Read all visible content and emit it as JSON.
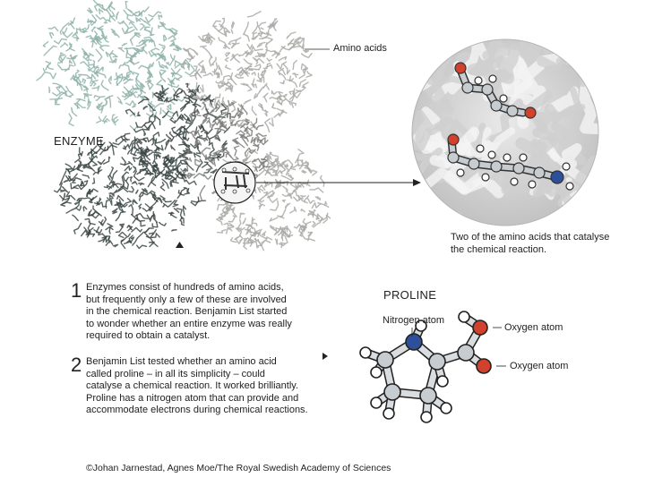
{
  "enzyme": {
    "label": "ENZYME",
    "amino_acids_label": "Amino acids",
    "colors": {
      "teal": "#8fb3a9",
      "dark": "#3b4744",
      "grey": "#a9a9a6"
    }
  },
  "zoom": {
    "caption_line1": "Two of the amino acids that catalyse",
    "caption_line2": "the chemical reaction."
  },
  "steps": [
    {
      "number": "1",
      "lines": [
        "Enzymes consist of hundreds of amino acids,",
        "but frequently only a few of these are involved",
        "in the chemical reaction. Benjamin List started",
        "to wonder whether an entire enzyme was really",
        "required to obtain a catalyst."
      ]
    },
    {
      "number": "2",
      "lines": [
        "Benjamin List tested whether an amino acid",
        "called proline – in all its simplicity – could",
        "catalyse a chemical reaction. It worked brilliantly.",
        "Proline has a nitrogen atom that can provide and",
        "accommodate electrons during chemical reactions."
      ]
    }
  ],
  "proline": {
    "title": "PROLINE",
    "nitrogen_label": "Nitrogen atom",
    "oxygen_label_1": "Oxygen atom",
    "oxygen_label_2": "Oxygen atom",
    "colors": {
      "nitrogen": "#2e4f9a",
      "oxygen": "#d2412b",
      "carbon": "#c7ccd0",
      "hydrogen": "#ffffff"
    }
  },
  "footer": {
    "credit": "©Johan Jarnestad, Agnes Moe/The Royal Swedish Academy of Sciences"
  }
}
